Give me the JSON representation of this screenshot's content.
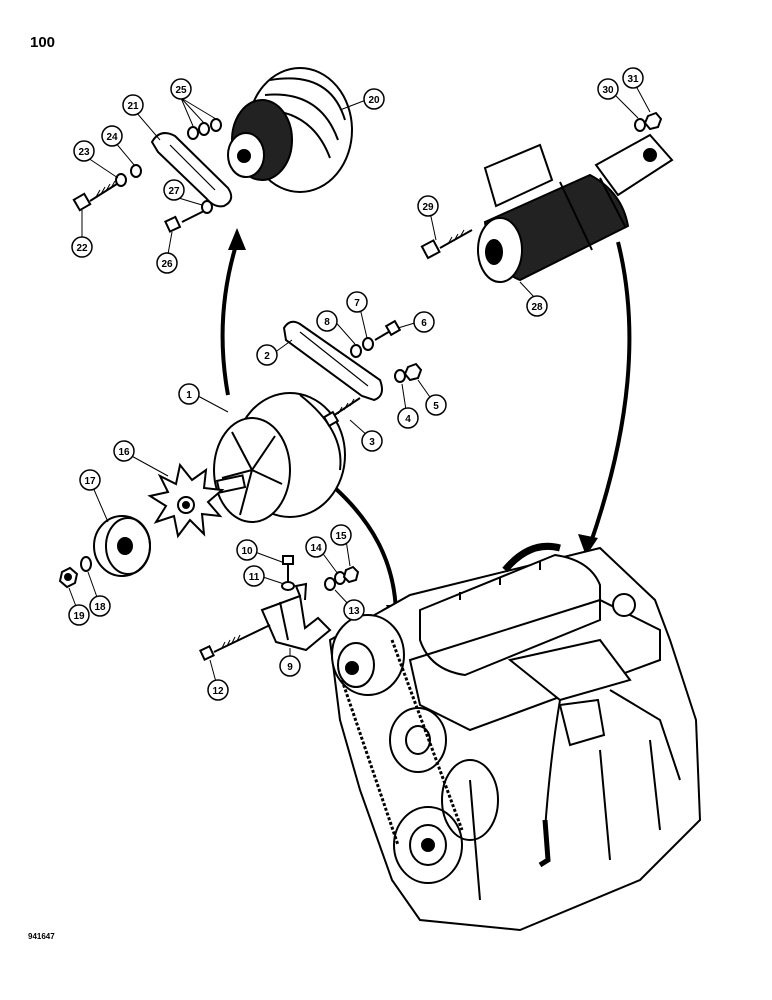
{
  "page_number": "100",
  "figure_code": "941647",
  "parts": [
    {
      "id": "1",
      "label": "1"
    },
    {
      "id": "2",
      "label": "2"
    },
    {
      "id": "3",
      "label": "3"
    },
    {
      "id": "4",
      "label": "4"
    },
    {
      "id": "5",
      "label": "5"
    },
    {
      "id": "6",
      "label": "6"
    },
    {
      "id": "7",
      "label": "7"
    },
    {
      "id": "8",
      "label": "8"
    },
    {
      "id": "9",
      "label": "9"
    },
    {
      "id": "10",
      "label": "10"
    },
    {
      "id": "11",
      "label": "11"
    },
    {
      "id": "12",
      "label": "12"
    },
    {
      "id": "13",
      "label": "13"
    },
    {
      "id": "14",
      "label": "14"
    },
    {
      "id": "15",
      "label": "15"
    },
    {
      "id": "16",
      "label": "16"
    },
    {
      "id": "17",
      "label": "17"
    },
    {
      "id": "18",
      "label": "18"
    },
    {
      "id": "19",
      "label": "19"
    },
    {
      "id": "20",
      "label": "20"
    },
    {
      "id": "21",
      "label": "21"
    },
    {
      "id": "22",
      "label": "22"
    },
    {
      "id": "23",
      "label": "23"
    },
    {
      "id": "24",
      "label": "24"
    },
    {
      "id": "25",
      "label": "25"
    },
    {
      "id": "26",
      "label": "26"
    },
    {
      "id": "27",
      "label": "27"
    },
    {
      "id": "28",
      "label": "28"
    },
    {
      "id": "29",
      "label": "29"
    },
    {
      "id": "30",
      "label": "30"
    },
    {
      "id": "31",
      "label": "31"
    }
  ]
}
